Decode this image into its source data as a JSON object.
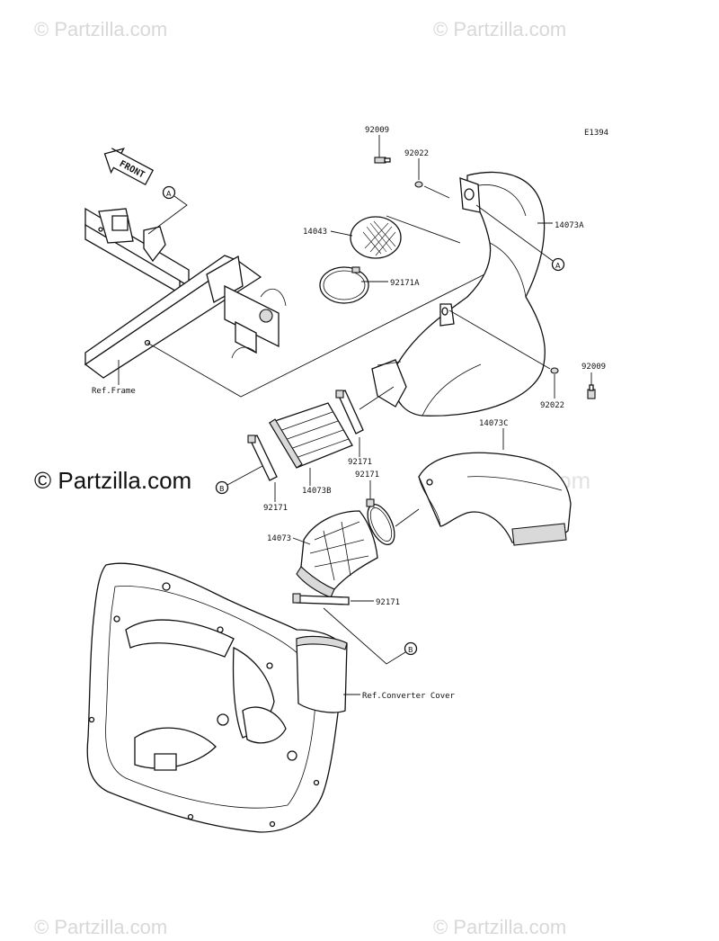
{
  "watermarks": {
    "top_left": "© Partzilla.com",
    "top_right": "© Partzilla.com",
    "middle_left": "© Partzilla.com",
    "middle_right": "© Partzilla.com",
    "bottom_left": "© Partzilla.com",
    "bottom_right": "© Partzilla.com"
  },
  "diagram_code": "E1394",
  "front_label": "FRONT",
  "references": {
    "frame": "Ref.Frame",
    "converter_cover": "Ref.Converter Cover"
  },
  "callouts": {
    "a1": "A",
    "a2": "A",
    "b1": "B",
    "b2": "B"
  },
  "parts": {
    "p92009_top": "92009",
    "p92022_top": "92022",
    "p14073A": "14073A",
    "p14043": "14043",
    "p92171A": "92171A",
    "p92009_right": "92009",
    "p92022_right": "92022",
    "p14073C": "14073C",
    "p92171_a": "92171",
    "p92171_b": "92171",
    "p92171_left": "92171",
    "p14073B": "14073B",
    "p14073": "14073",
    "p92171_bottom": "92171"
  }
}
